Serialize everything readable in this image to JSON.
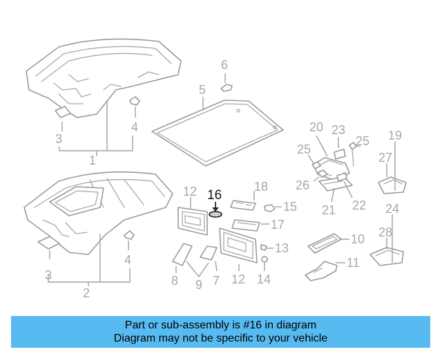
{
  "callouts": [
    "1",
    "2",
    "3",
    "3",
    "4",
    "4",
    "5",
    "6",
    "7",
    "8",
    "9",
    "10",
    "11",
    "12",
    "12",
    "13",
    "14",
    "15",
    "16",
    "17",
    "18",
    "19",
    "20",
    "21",
    "22",
    "23",
    "24",
    "25",
    "25",
    "26",
    "27",
    "28"
  ],
  "highlight_part": "16",
  "banner": {
    "line1": "Part or sub-assembly is #16 in diagram",
    "line2": "Diagram may not be specific to your vehicle"
  },
  "colors": {
    "banner": "#57bbf2",
    "lines": "#9a9a9a",
    "highlight": "#111111"
  }
}
